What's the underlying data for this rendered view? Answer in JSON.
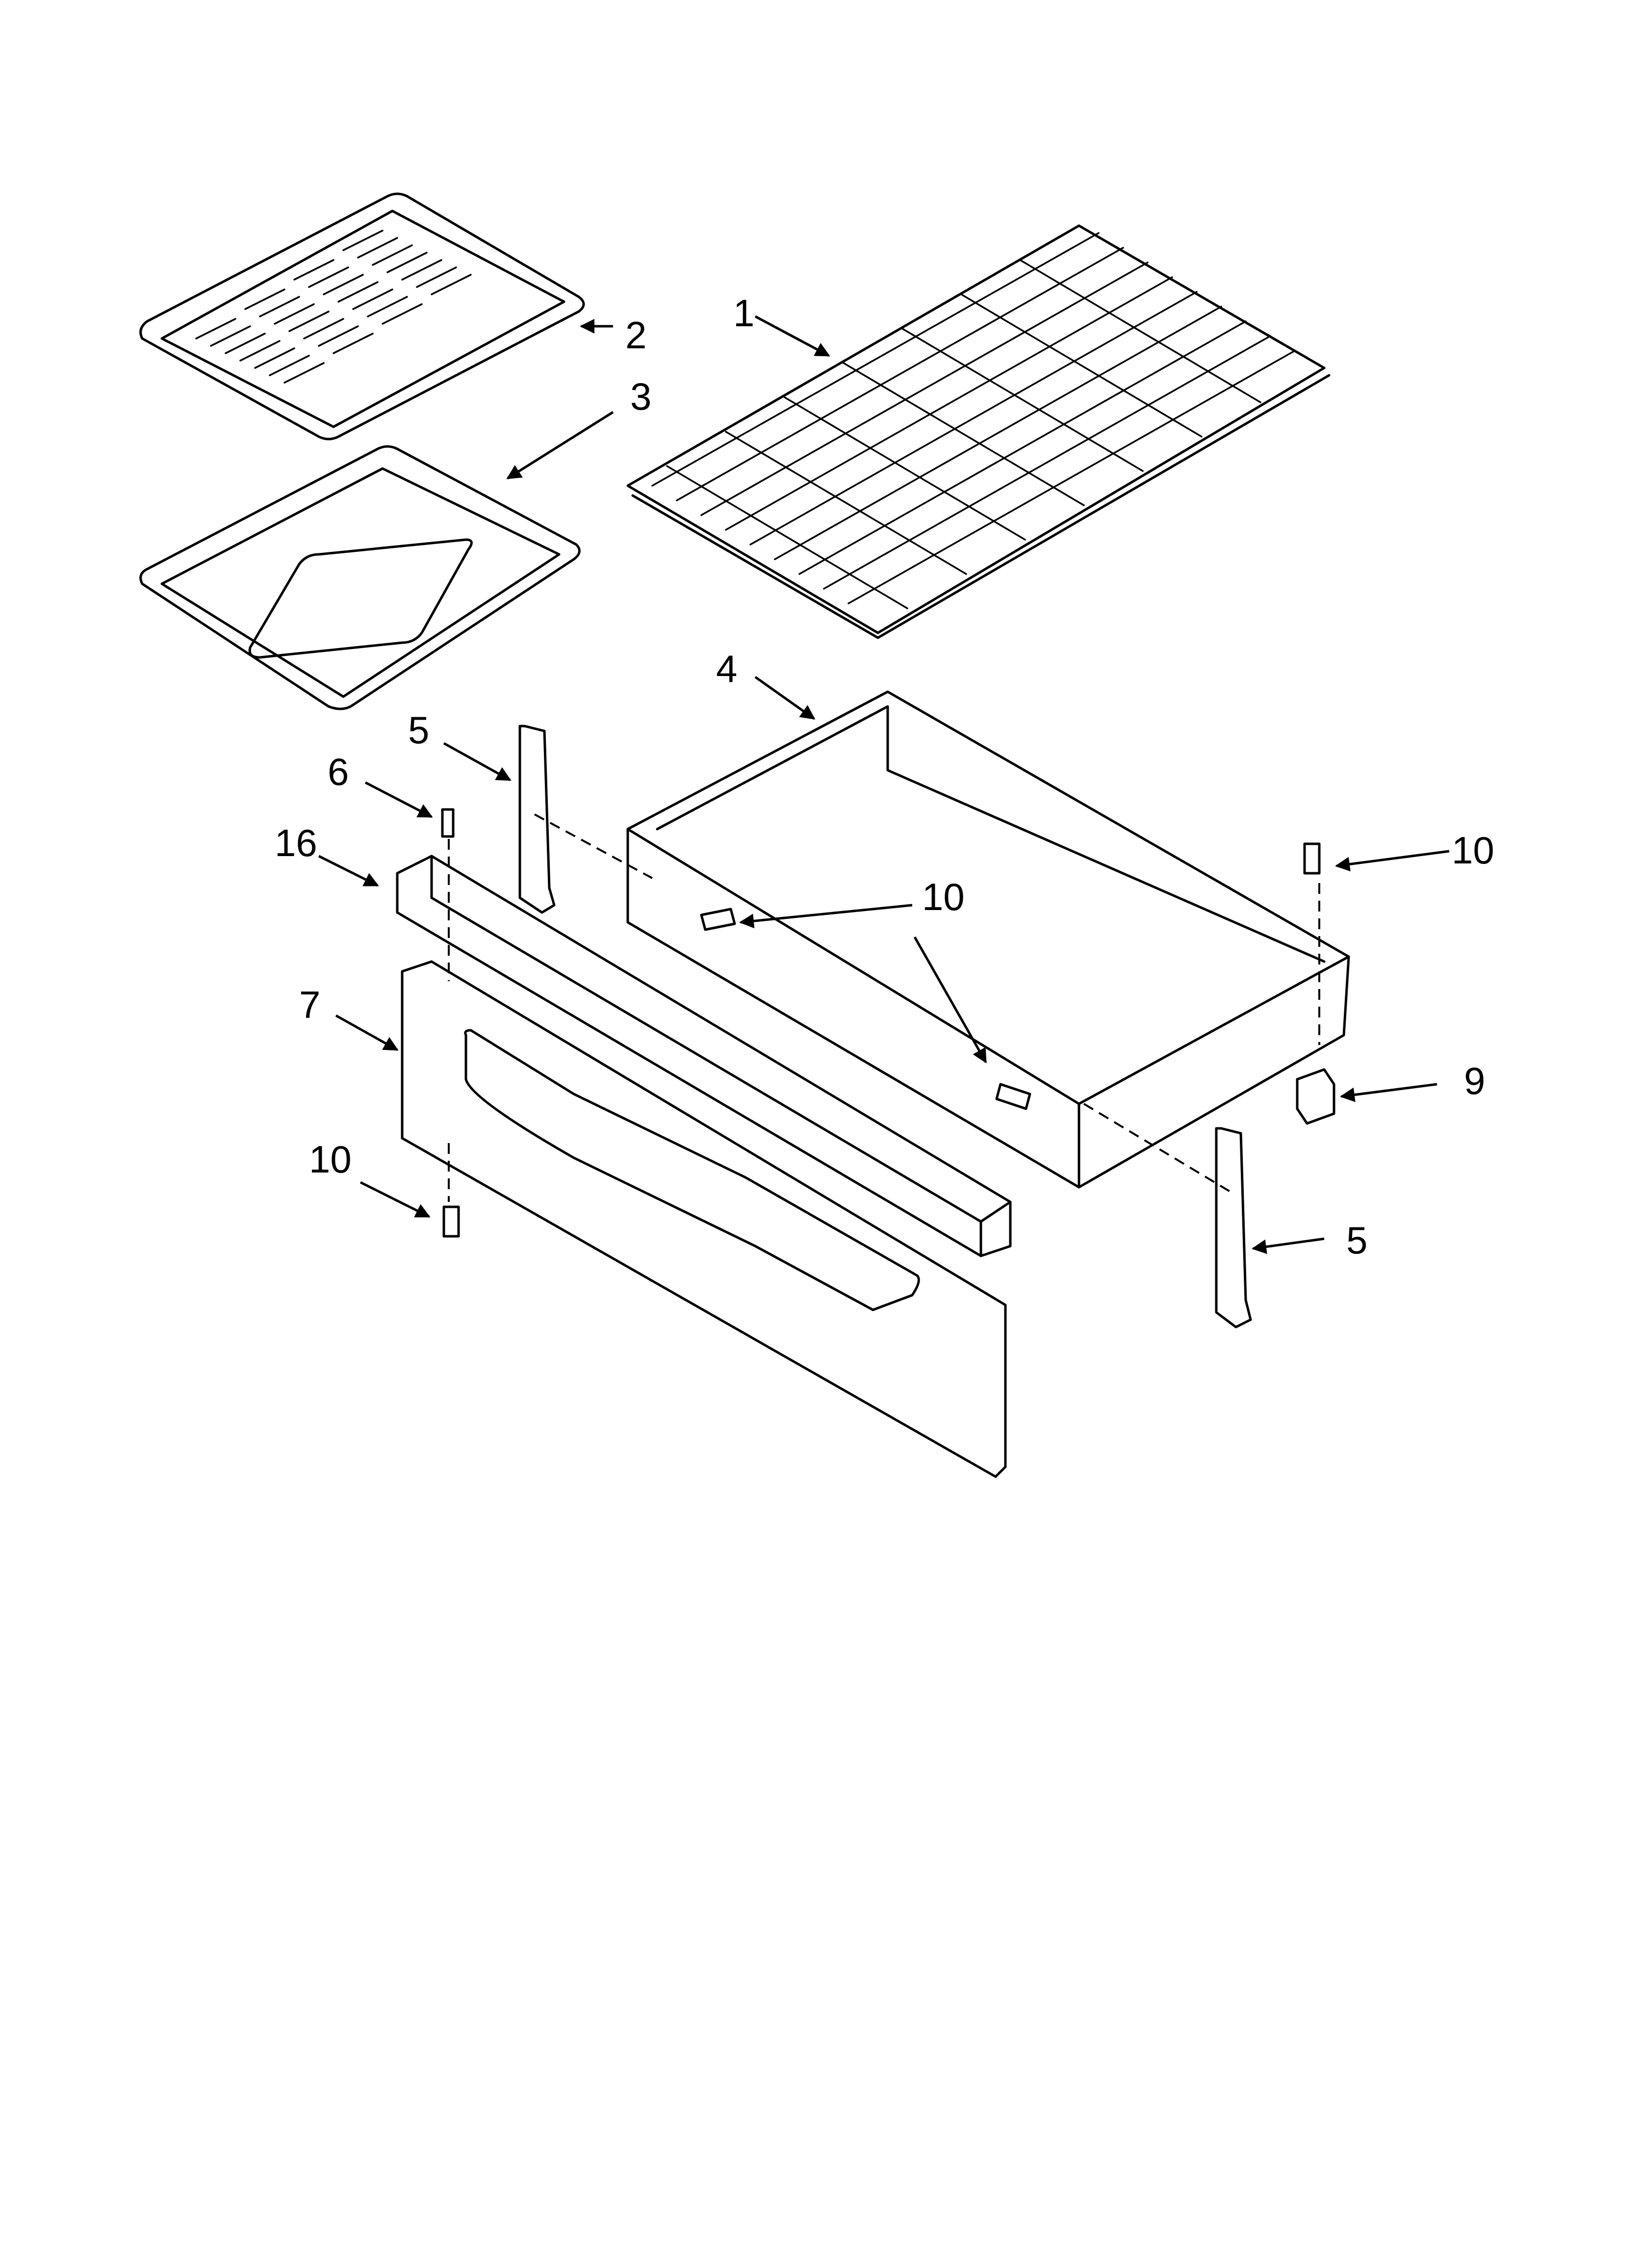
{
  "callouts": [
    {
      "id": "c1",
      "label": "1"
    },
    {
      "id": "c2",
      "label": "2"
    },
    {
      "id": "c3",
      "label": "3"
    },
    {
      "id": "c4",
      "label": "4"
    },
    {
      "id": "c5a",
      "label": "5"
    },
    {
      "id": "c5b",
      "label": "5"
    },
    {
      "id": "c6",
      "label": "6"
    },
    {
      "id": "c7",
      "label": "7"
    },
    {
      "id": "c9",
      "label": "9"
    },
    {
      "id": "c10a",
      "label": "10"
    },
    {
      "id": "c10b",
      "label": "10"
    },
    {
      "id": "c10c",
      "label": "10"
    },
    {
      "id": "c16",
      "label": "16"
    }
  ]
}
